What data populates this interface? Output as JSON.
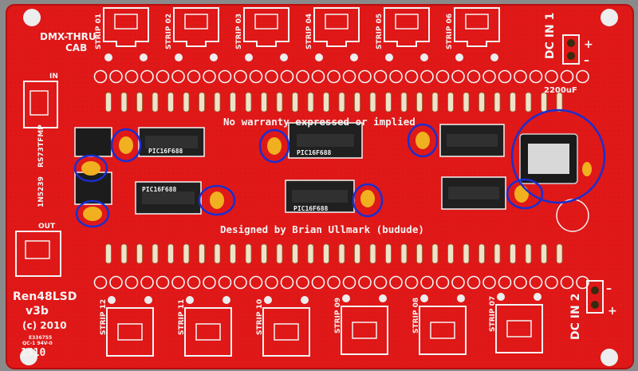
{
  "board": {
    "name": "Ren48LSD",
    "version": "v3b",
    "copyright": "(c) 2010",
    "date_code": "1410",
    "cert_line1": "E336755",
    "cert_line2": "QC-1 94V-0",
    "top_label": "DMX-THRU",
    "top_label2": "CAB",
    "in_label": "IN",
    "out_label": "OUT",
    "warranty": "No warranty expressed or implied",
    "designer": "Designed by Brian Ullmark (budude)",
    "capacitor_label": "2200uF",
    "dc_in_1": "DC IN 1",
    "dc_in_2": "DC IN 2",
    "plus": "+",
    "minus": "–",
    "side_label_1": "1N5239",
    "side_label_2": "RS73TFMP",
    "chip_label": "PIC16F688",
    "top_strips": [
      "STRIP 01",
      "STRIP 02",
      "STRIP 03",
      "STRIP 04",
      "STRIP 05",
      "STRIP 06"
    ],
    "bottom_strips": [
      "STRIP 12",
      "STRIP 11",
      "STRIP 10",
      "STRIP 09",
      "STRIP 08",
      "STRIP 07"
    ]
  },
  "colors": {
    "board": "#e01818",
    "board_dark": "#b50f0f",
    "silkscreen": "#f4f4f4",
    "annotation": "#1a2fd0",
    "capacitor": "#f0b020",
    "ic_body": "#1c1c1c",
    "background": "#8a8a8a"
  }
}
